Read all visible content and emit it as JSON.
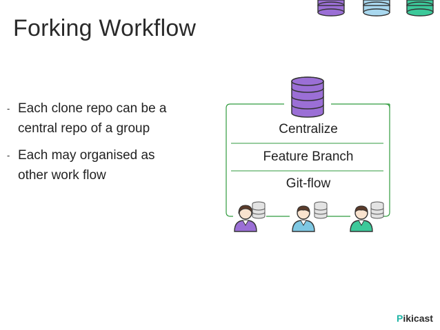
{
  "slide": {
    "title": "Forking Workflow",
    "bullets": [
      {
        "marker": "-",
        "line1": "Each clone repo can be a",
        "line2": "central repo of a group"
      },
      {
        "marker": "-",
        "line1": "Each may organised as",
        "line2": "other work flow"
      }
    ],
    "diagram": {
      "items": [
        "Centralize",
        "Feature Branch",
        "Git-flow"
      ],
      "central_repo_icon": "database-icon",
      "users": [
        {
          "icon": "user-icon",
          "color": "#9b6fd6"
        },
        {
          "icon": "user-icon",
          "color": "#7ec8e3"
        },
        {
          "icon": "user-icon",
          "color": "#3cc99a"
        }
      ],
      "repo_colors": {
        "central": "#9b6fd6",
        "local": "#d9d9d9"
      }
    },
    "top_repos": [
      {
        "icon": "database-icon",
        "color": "#9b6fd6"
      },
      {
        "icon": "database-icon",
        "color": "#a9d8ef"
      },
      {
        "icon": "database-icon",
        "color": "#3cc99a"
      }
    ],
    "logo": {
      "accent": "P",
      "rest": "ikicast",
      "accent_color": "#1fb5a6"
    }
  }
}
